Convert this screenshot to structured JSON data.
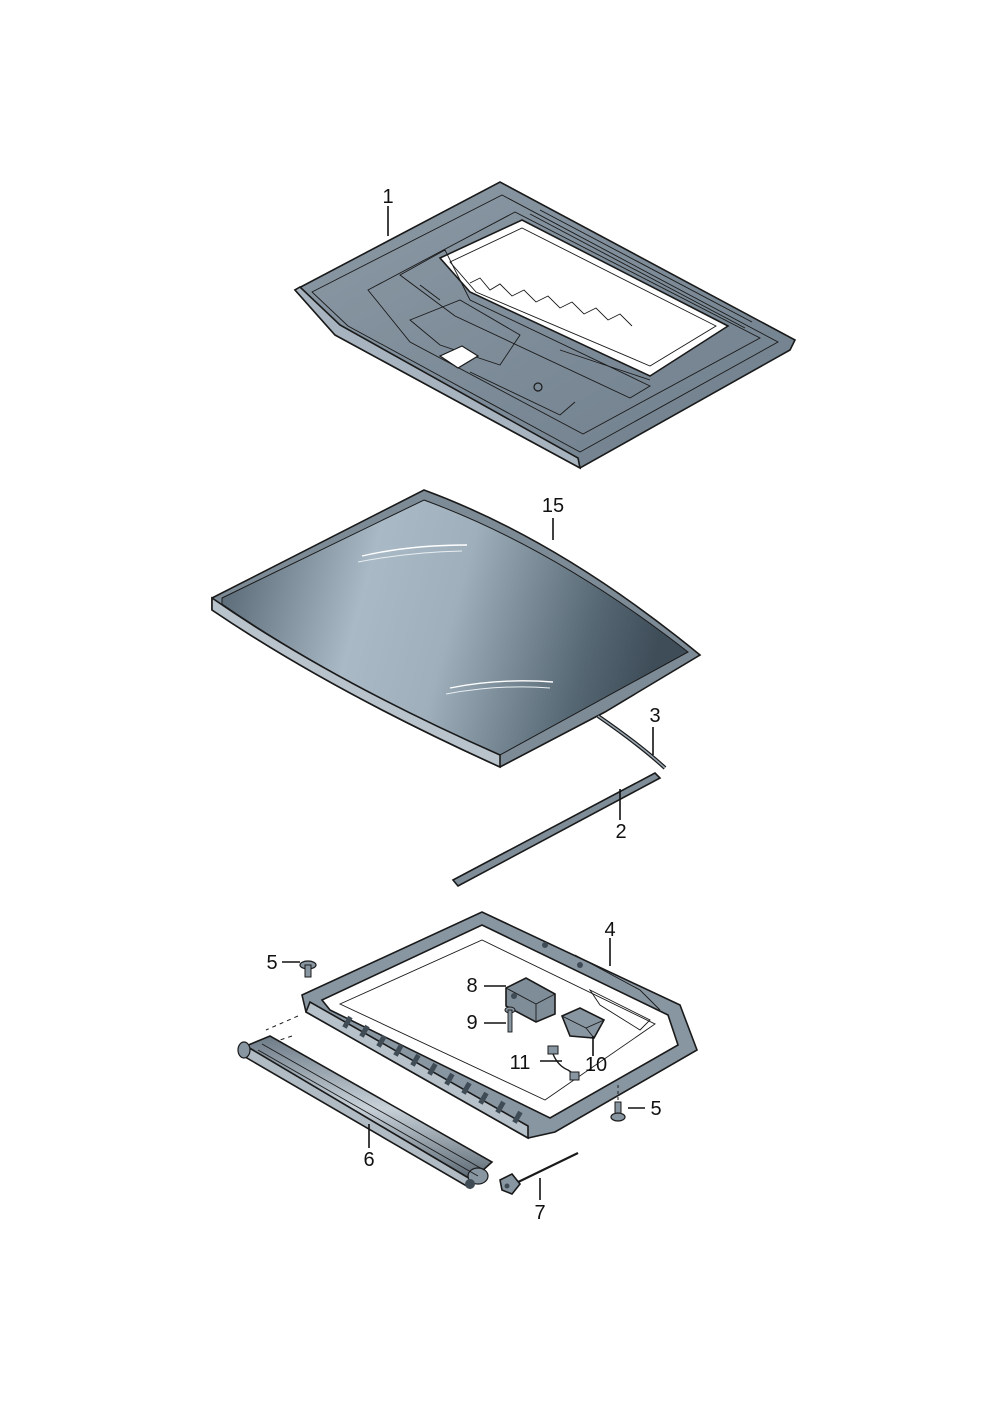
{
  "callouts": {
    "c1": "1",
    "c15": "15",
    "c3": "3",
    "c2": "2",
    "c4": "4",
    "c5a": "5",
    "c8": "8",
    "c9": "9",
    "c11": "11",
    "c10": "10",
    "c5b": "5",
    "c6": "6",
    "c7": "7"
  },
  "colors": {
    "panel_fill": "#7e8c99",
    "panel_light": "#a9b6c1",
    "glass_dark": "#4c5d69",
    "glass_light": "#a7b7c3",
    "frame_fill": "#8896a2",
    "accent_dark": "#3e4a54"
  }
}
